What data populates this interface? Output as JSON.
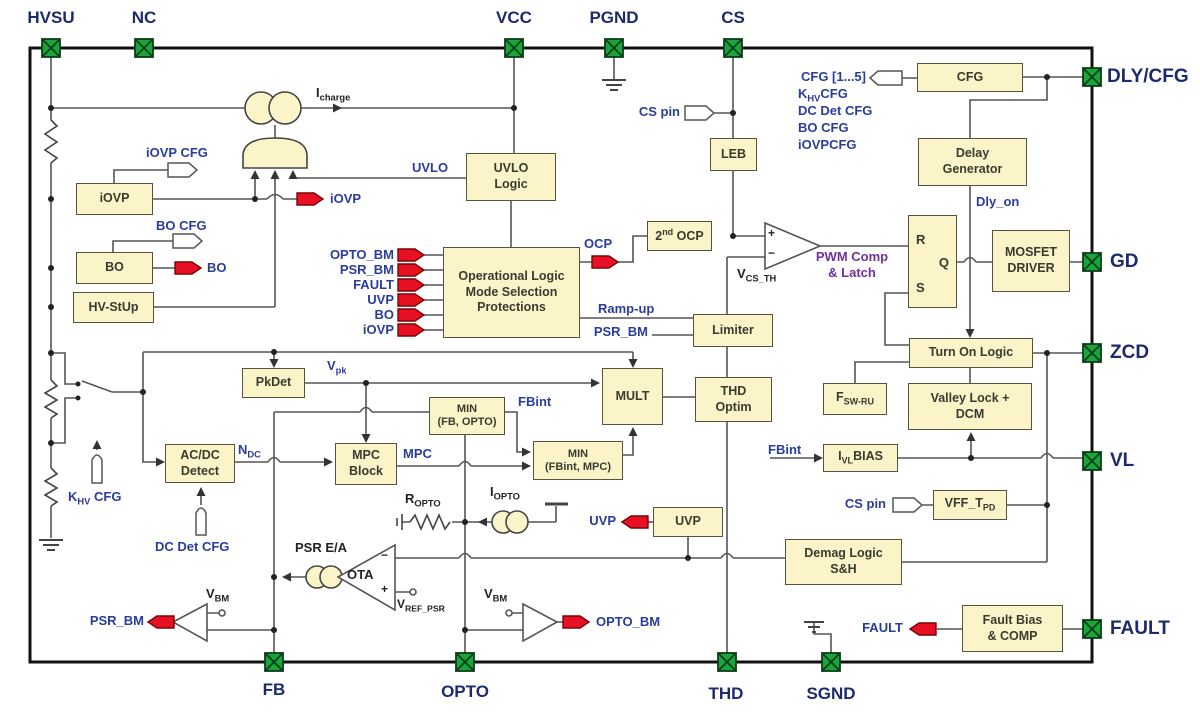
{
  "colors": {
    "block_fill": "#fbf4c9",
    "block_border": "#55543e",
    "pin_green": "#17a53c",
    "signal_red": "#e81123",
    "label_navy": "#1d2a6e",
    "label_blue": "#2a3d9c",
    "label_purple": "#7030a0",
    "wire_gray": "#555555"
  },
  "pins": {
    "hvsu": "HVSU",
    "nc": "NC",
    "vcc": "VCC",
    "pgnd": "PGND",
    "cs": "CS",
    "dly_cfg": "DLY/CFG",
    "gd": "GD",
    "zcd": "ZCD",
    "vl": "VL",
    "fault": "FAULT",
    "fb": "FB",
    "opto": "OPTO",
    "thd": "THD",
    "sgnd": "SGND"
  },
  "blocks": {
    "iovp": "iOVP",
    "bo": "BO",
    "hv_stup": "HV-StUp",
    "uvlo": {
      "l1": "UVLO",
      "l2": "Logic"
    },
    "leb": "LEB",
    "op_logic": {
      "l1": "Operational Logic",
      "l2": "Mode Selection",
      "l3": "Protections"
    },
    "second_ocp": {
      "base": "2",
      "sup": "nd",
      "rest": " OCP"
    },
    "limiter": "Limiter",
    "pkdet": "PkDet",
    "min_fb_opto": {
      "l1": "MIN",
      "l2": "(FB, OPTO)"
    },
    "mpc": {
      "l1": "MPC",
      "l2": "Block"
    },
    "min_fbint_mpc": {
      "l1": "MIN",
      "l2": "(FBint, MPC)"
    },
    "mult": "MULT",
    "thd_optim": {
      "l1": "THD",
      "l2": "Optim"
    },
    "acdc": {
      "l1": "AC/DC",
      "l2": "Detect"
    },
    "uvp": "UVP",
    "demag": {
      "l1": "Demag Logic",
      "l2": "S&H"
    },
    "cfg": "CFG",
    "delay": {
      "l1": "Delay",
      "l2": "Generator"
    },
    "latch": {
      "r": "R",
      "q": "Q",
      "s": "S"
    },
    "mosfet": {
      "l1": "MOSFET",
      "l2": "DRIVER"
    },
    "turn_on": "Turn On Logic",
    "fsw": {
      "base": "F",
      "sub": "SW-RU"
    },
    "ivl": {
      "base": "I",
      "sub": "VL",
      "rest": "BIAS"
    },
    "valley": {
      "l1": "Valley Lock +",
      "l2": "DCM"
    },
    "vff": {
      "base": "VFF_T",
      "sub": "PD"
    },
    "fault_bias": {
      "l1": "Fault Bias",
      "l2": "& COMP"
    }
  },
  "signals": {
    "iovp": "iOVP",
    "bo": "BO",
    "ocp": "OCP",
    "uvp": "UVP",
    "psr_bm": "PSR_BM",
    "opto_bm": "OPTO_BM",
    "fault": "FAULT",
    "op_inputs": [
      "OPTO_BM",
      "PSR_BM",
      "FAULT",
      "UVP",
      "BO",
      "iOVP"
    ]
  },
  "flags": {
    "iovp_cfg": "iOVP CFG",
    "bo_cfg": "BO CFG",
    "khv_cfg": {
      "base": "K",
      "sub": "HV",
      "rest": " CFG"
    },
    "dc_det_cfg": "DC Det CFG",
    "cs_pin_top": "CS pin",
    "cs_pin_right": "CS pin",
    "cfg_range": "CFG [1...5]",
    "cfg_list_khv": {
      "base": "K",
      "sub": "HV",
      "rest": "CFG"
    },
    "cfg_list": [
      "DC Det CFG",
      "BO CFG",
      "iOVPCFG"
    ]
  },
  "wire_labels": {
    "icharge": {
      "base": "I",
      "sub": "charge"
    },
    "uvlo": "UVLO",
    "dly_on": "Dly_on",
    "pwm": {
      "l1": "PWM Comp",
      "l2": "& Latch"
    },
    "vcs": {
      "base": "V",
      "sub": "CS_TH"
    },
    "ramp_up": "Ramp-up",
    "psr_bm": "PSR_BM",
    "vpk": {
      "base": "V",
      "sub": "pk"
    },
    "ndc": {
      "base": "N",
      "sub": "DC"
    },
    "mpc": "MPC",
    "fbint": "FBint",
    "fbint2": "FBint",
    "ropto": {
      "base": "R",
      "sub": "OPTO"
    },
    "iopto": {
      "base": "I",
      "sub": "OPTO"
    },
    "psr_ea": "PSR E/A",
    "ota": "OTA",
    "vref": {
      "base": "V",
      "sub": "REF_PSR"
    },
    "vbm1": {
      "base": "V",
      "sub": "BM"
    },
    "vbm2": {
      "base": "V",
      "sub": "BM"
    },
    "plus": "+",
    "minus": "−"
  }
}
